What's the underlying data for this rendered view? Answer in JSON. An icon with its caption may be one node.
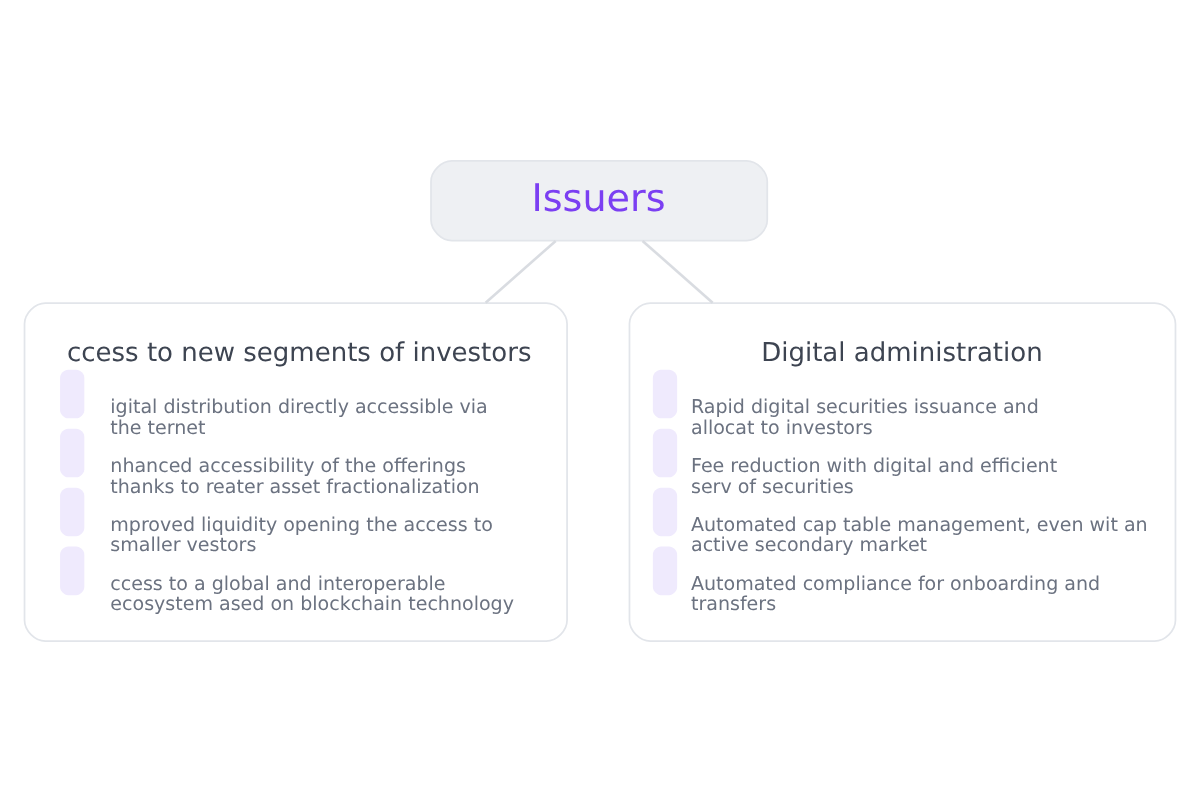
{
  "diagram": {
    "nodes": [
      {
        "text": [
          "Issuers"
        ]
      },
      {
        "text": [
          "ccess to new segments of investors",
          "igital distribution directly accessible via the ternet",
          "nhanced accessibility of the offerings thanks to reater asset fractionalization",
          "mproved liquidity opening the access to smaller vestors",
          "ccess to a global and interoperable ecosystem ased on blockchain technology"
        ]
      },
      {
        "text": [
          "Digital administration",
          "Rapid digital securities issuance and allocat to investors",
          "Fee reduction with digital and efficient serv of securities",
          "Automated cap table management, even wit an active secondary market",
          "Automated compliance for onboarding and transfers"
        ]
      }
    ],
    "edges": [
      {
        "from": 0,
        "to": 1,
        "arrow": "none"
      },
      {
        "from": 0,
        "to": 2,
        "arrow": "none"
      }
    ]
  }
}
